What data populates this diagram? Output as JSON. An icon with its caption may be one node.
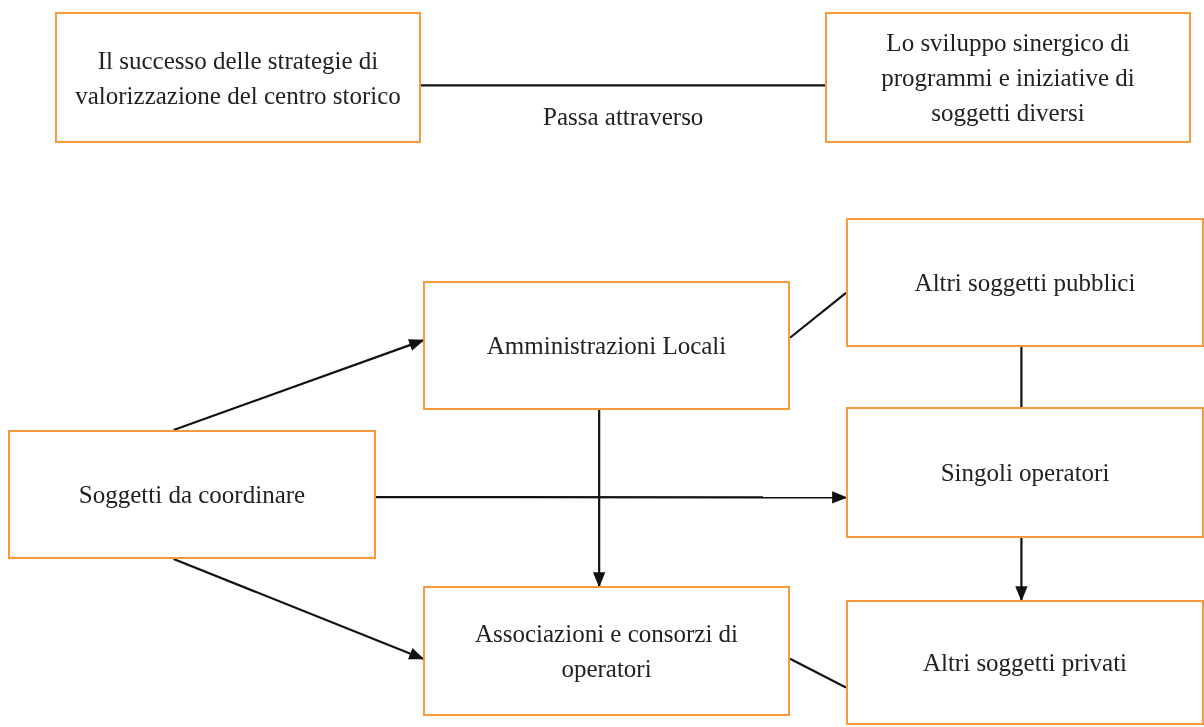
{
  "diagram": {
    "nodes": [
      {
        "text": [
          "Il successo delle strategie di valorizzazione del centro storico"
        ]
      },
      {
        "text": [
          "Lo sviluppo sinergico di programmi e iniziative di soggetti diversi"
        ]
      },
      {
        "text": [
          "Amministrazioni Locali"
        ]
      },
      {
        "text": [
          "Altri soggetti pubblici"
        ]
      },
      {
        "text": [
          "Soggetti da coordinare"
        ]
      },
      {
        "text": [
          "Singoli operatori"
        ]
      },
      {
        "text": [
          "Associazioni e consorzi di operatori"
        ]
      },
      {
        "text": [
          "Altri soggetti privati"
        ]
      }
    ],
    "edges": [
      {
        "from": 0,
        "to": 1,
        "arrow": "none",
        "label": "Passa attraverso"
      },
      {
        "from": 4,
        "to": 2,
        "arrow": "to"
      },
      {
        "from": 4,
        "to": 5,
        "arrow": "to"
      },
      {
        "from": 4,
        "to": 6,
        "arrow": "to"
      },
      {
        "from": 2,
        "to": 6,
        "arrow": "to"
      },
      {
        "from": 2,
        "to": 3,
        "arrow": "none"
      },
      {
        "from": 3,
        "to": 5,
        "arrow": "none"
      },
      {
        "from": 5,
        "to": 7,
        "arrow": "to"
      },
      {
        "from": 6,
        "to": 7,
        "arrow": "none"
      }
    ]
  }
}
